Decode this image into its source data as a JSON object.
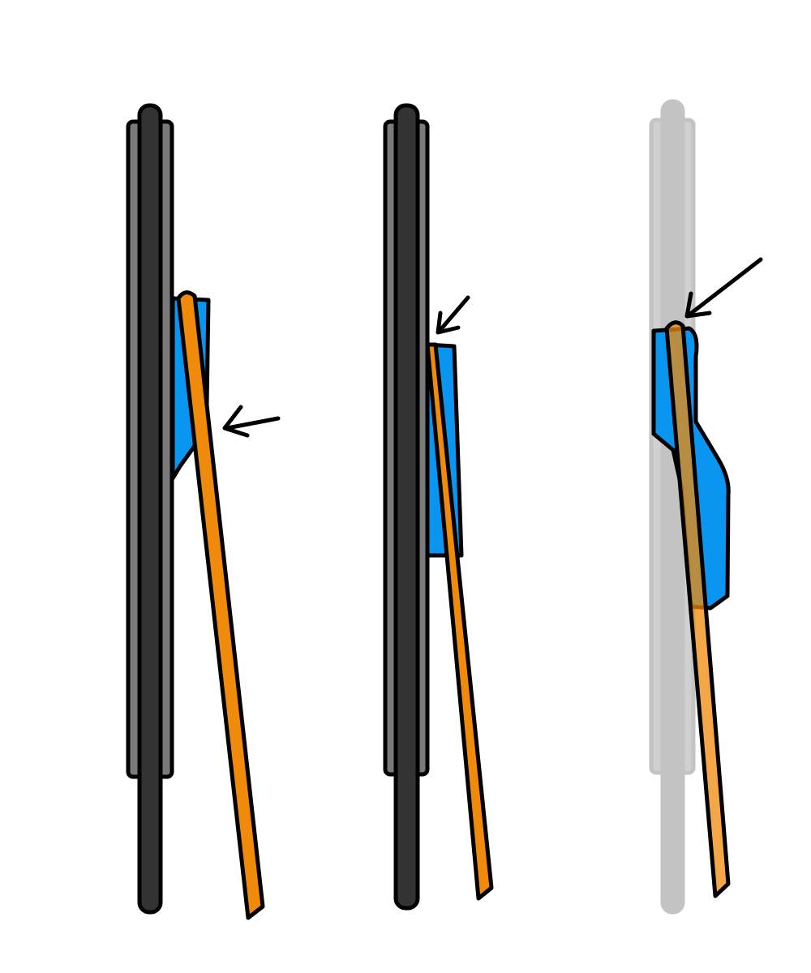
{
  "colors": {
    "background": "#ffffff",
    "rod_core": "#333333",
    "rod_plate": "#7a7a7a",
    "outline": "#000000",
    "blue_piece": "#0a96f0",
    "orange_stick": "#f08a0a"
  },
  "panels": [
    {
      "id": "panel-1",
      "rod_faded": false,
      "arrow": "arrow-left-icon"
    },
    {
      "id": "panel-2",
      "rod_faded": false,
      "arrow": "arrow-down-left-icon"
    },
    {
      "id": "panel-3",
      "rod_faded": true,
      "arrow": "arrow-down-left-icon"
    }
  ]
}
